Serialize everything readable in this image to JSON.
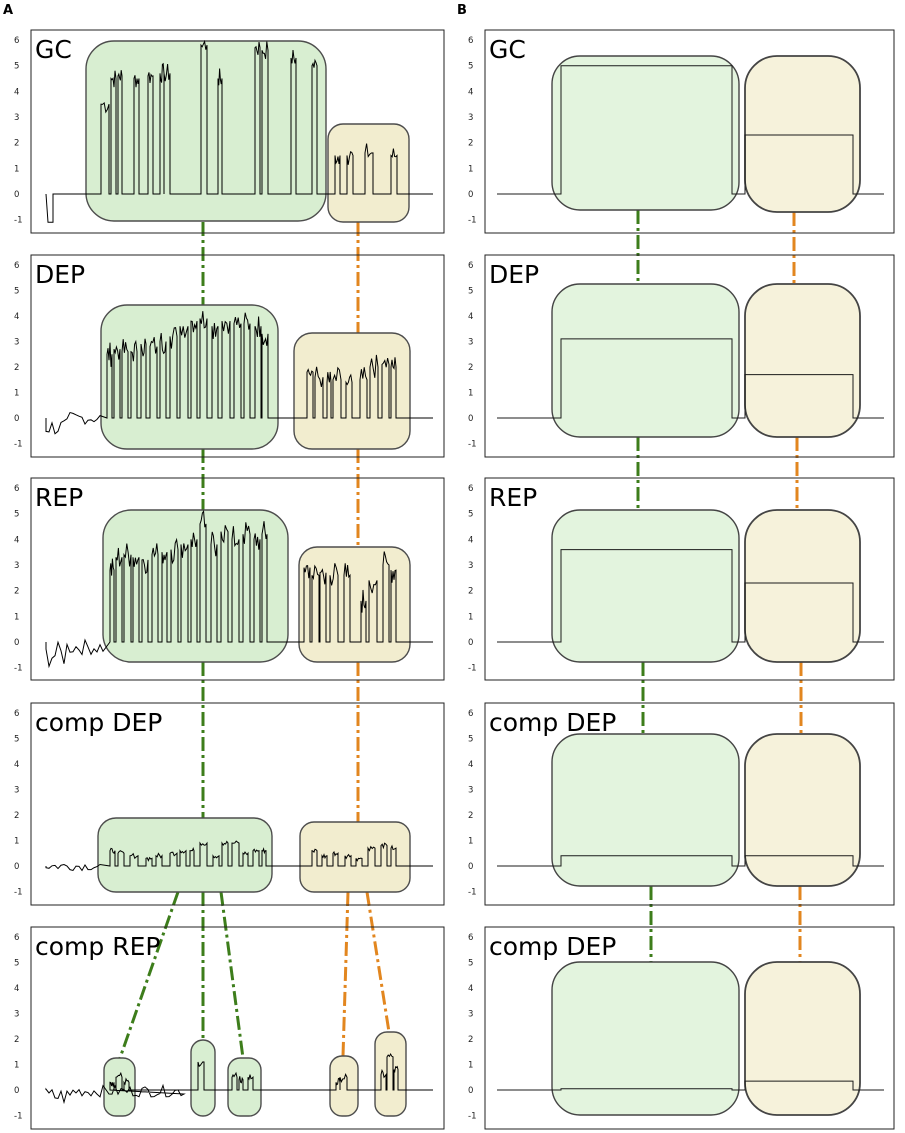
{
  "panels": {
    "a": {
      "letter": "A",
      "tracks": [
        "GC",
        "DEP",
        "REP",
        "comp DEP",
        "comp REP"
      ]
    },
    "b": {
      "letter": "B",
      "tracks": [
        "GC",
        "DEP",
        "REP",
        "comp DEP",
        "comp DEP"
      ]
    }
  },
  "y_ticks": [
    "6",
    "5",
    "4",
    "3",
    "2",
    "1",
    "0",
    "-1"
  ],
  "colors": {
    "green_region": "#d5edcd",
    "yellow_region": "#f1eccb",
    "green_link": "#3d7d1b",
    "orange_link": "#e2861f"
  }
}
